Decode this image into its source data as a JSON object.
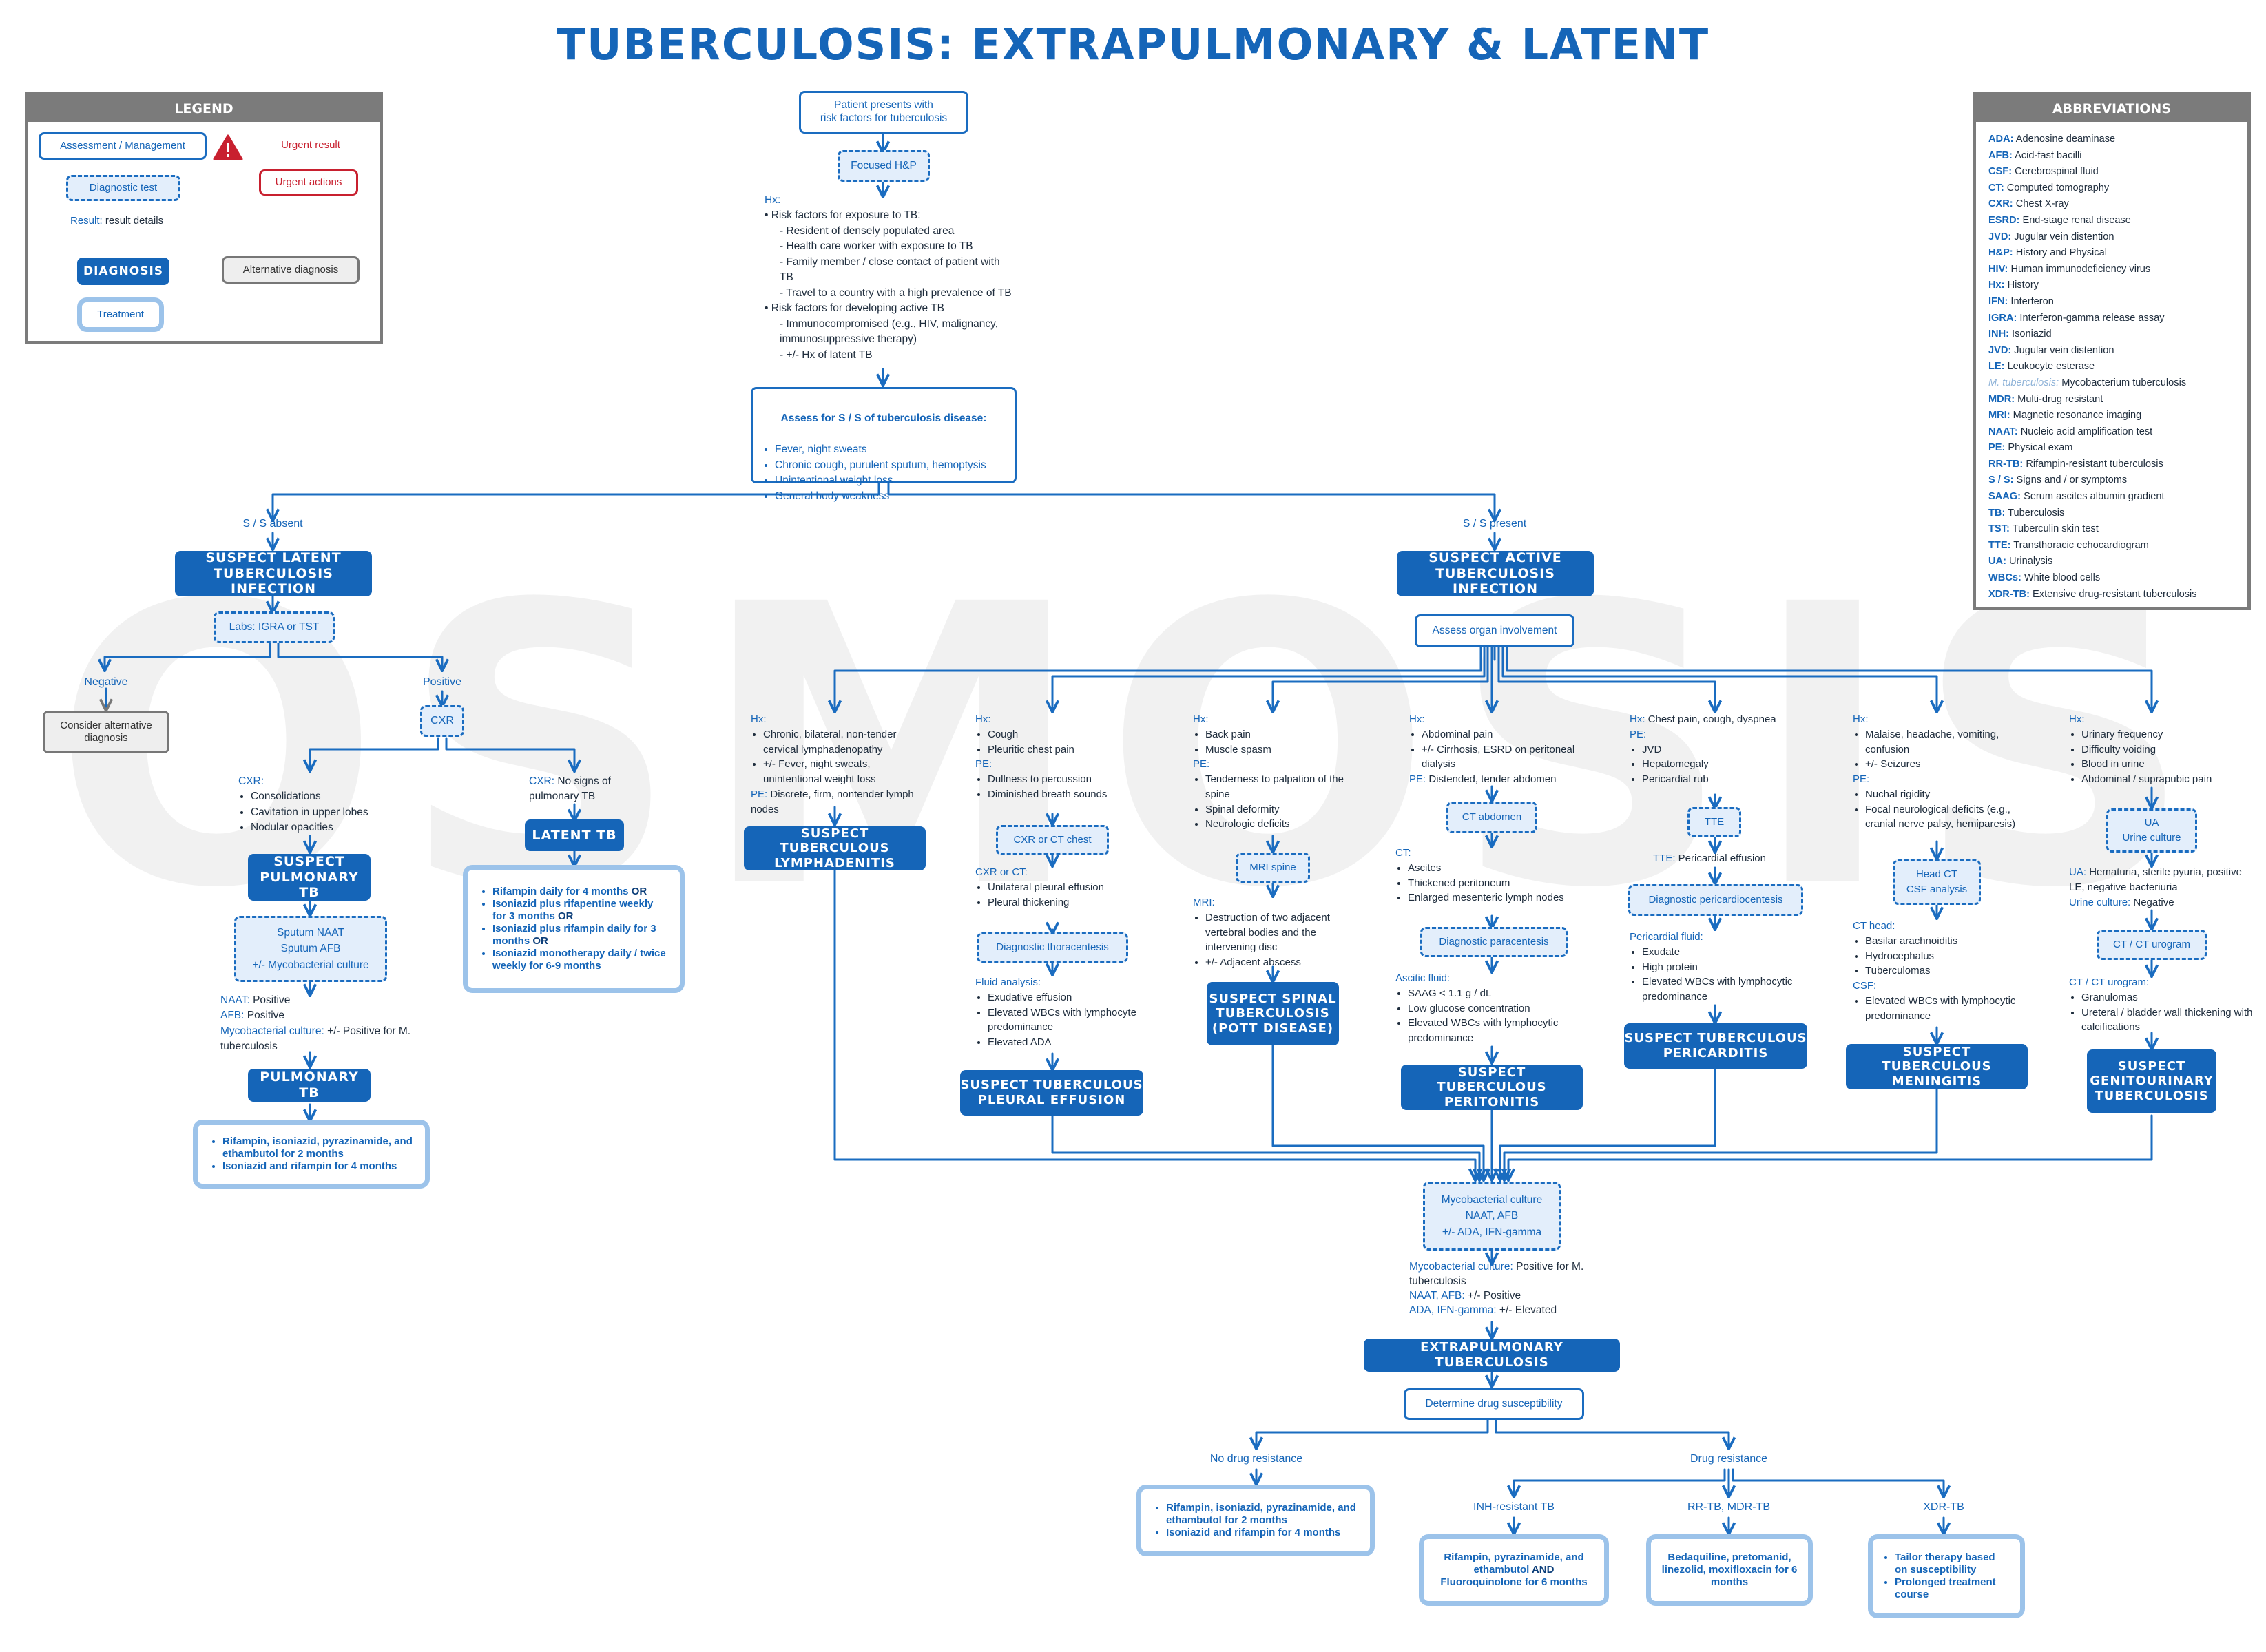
{
  "title": "TUBERCULOSIS: EXTRAPULMONARY & LATENT",
  "watermark": "OSMOSIS",
  "colors": {
    "primary": "#1565b8",
    "light_fill": "#e3eefb",
    "treatment_border": "#9cc3ea",
    "urgent": "#c8202f",
    "panel_gray": "#7b7b7b"
  },
  "legend": {
    "title": "LEGEND",
    "assessment": "Assessment / Management",
    "diagnostic_test": "Diagnostic test",
    "result_label": "Result:",
    "result_text": "result details",
    "diagnosis": "DIAGNOSIS",
    "alternative": "Alternative diagnosis",
    "treatment": "Treatment",
    "urgent_result": "Urgent result",
    "urgent_actions": "Urgent actions",
    "warning_icon": "warning-triangle-icon"
  },
  "abbreviations": {
    "title": "ABBREVIATIONS",
    "items": [
      {
        "k": "ADA:",
        "v": "Adenosine deaminase"
      },
      {
        "k": "AFB:",
        "v": "Acid-fast bacilli"
      },
      {
        "k": "CSF:",
        "v": "Cerebrospinal fluid"
      },
      {
        "k": "CT:",
        "v": "Computed tomography"
      },
      {
        "k": "CXR:",
        "v": "Chest X-ray"
      },
      {
        "k": "ESRD:",
        "v": "End-stage renal disease"
      },
      {
        "k": "JVD:",
        "v": "Jugular vein distention"
      },
      {
        "k": "H&P:",
        "v": "History and Physical"
      },
      {
        "k": "HIV:",
        "v": "Human immunodeficiency virus"
      },
      {
        "k": "Hx:",
        "v": "History"
      },
      {
        "k": "IFN:",
        "v": "Interferon"
      },
      {
        "k": "IGRA:",
        "v": "Interferon-gamma release assay"
      },
      {
        "k": "INH:",
        "v": "Isoniazid"
      },
      {
        "k": "JVD:",
        "v": "Jugular vein distention"
      },
      {
        "k": "LE:",
        "v": "Leukocyte esterase"
      },
      {
        "k": "M. tuberculosis:",
        "v": "Mycobacterium tuberculosis"
      },
      {
        "k": "MDR:",
        "v": "Multi-drug resistant"
      },
      {
        "k": "MRI:",
        "v": "Magnetic resonance imaging"
      },
      {
        "k": "NAAT:",
        "v": "Nucleic acid amplification test"
      },
      {
        "k": "PE:",
        "v": "Physical exam"
      },
      {
        "k": "RR-TB:",
        "v": "Rifampin-resistant tuberculosis"
      },
      {
        "k": "S / S:",
        "v": "Signs and / or symptoms"
      },
      {
        "k": "SAAG:",
        "v": "Serum ascites albumin gradient"
      },
      {
        "k": "TB:",
        "v": "Tuberculosis"
      },
      {
        "k": "TST:",
        "v": "Tuberculin skin test"
      },
      {
        "k": "TTE:",
        "v": "Transthoracic echocardiogram"
      },
      {
        "k": "UA:",
        "v": "Urinalysis"
      },
      {
        "k": "WBCs:",
        "v": "White blood cells"
      },
      {
        "k": "XDR-TB:",
        "v": "Extensive drug-resistant tuberculosis"
      }
    ]
  },
  "top": {
    "start": "Patient presents with\nrisk factors for tuberculosis",
    "focused": "Focused H&P",
    "hx_label": "Hx:",
    "hx_items": [
      {
        "t": "Risk factors for exposure to TB:",
        "lvl": 0
      },
      {
        "t": "- Resident of densely populated area",
        "lvl": 1
      },
      {
        "t": "- Health care worker with exposure to TB",
        "lvl": 1
      },
      {
        "t": "- Family member / close contact of patient with TB",
        "lvl": 1
      },
      {
        "t": "- Travel to a country with a high prevalence of TB",
        "lvl": 1
      },
      {
        "t": "Risk factors for developing active TB",
        "lvl": 0
      },
      {
        "t": "- Immunocompromised (e.g., HIV, malignancy, immunosuppressive therapy)",
        "lvl": 1
      },
      {
        "t": "- +/- Hx of latent TB",
        "lvl": 1
      }
    ],
    "assess_title": "Assess for S / S of tuberculosis disease:",
    "assess_items": [
      "Fever, night sweats",
      "Chronic cough, purulent sputum, hemoptysis",
      "Unintentional weight loss",
      "General body weakness"
    ]
  },
  "latent": {
    "branch_label": "S / S absent",
    "dx": "SUSPECT LATENT\nTUBERCULOSIS INFECTION",
    "labs": "Labs: IGRA or TST",
    "negative": "Negative",
    "positive": "Positive",
    "consider_alt": "Consider alternative\ndiagnosis",
    "cxr": "CXR",
    "cxr_label": "CXR:",
    "cxr_items": [
      "Consolidations",
      "Cavitation in upper lobes",
      "Nodular opacities"
    ],
    "cxr_neg_label": "CXR:",
    "cxr_neg_text": "No signs of pulmonary TB",
    "suspect_pulm": "SUSPECT\nPULMONARY TB",
    "sputum_tests": "Sputum NAAT\nSputum AFB\n+/- Mycobacterial culture",
    "results": [
      {
        "k": "NAAT:",
        "v": "Positive"
      },
      {
        "k": "AFB:",
        "v": "Positive"
      },
      {
        "k": "Mycobacterial culture:",
        "v": "+/- Positive for M. tuberculosis"
      }
    ],
    "pulm_tb": "PULMONARY TB",
    "pulm_tx": [
      "Rifampin, isoniazid, pyrazinamide, and ethambutol for 2 months",
      "Isoniazid and rifampin for 4 months"
    ],
    "latent_tb": "LATENT TB",
    "latent_tx": [
      {
        "t": "Rifampin daily for 4 months ",
        "or": "OR"
      },
      {
        "t": "Isoniazid plus rifapentine weekly for 3 months ",
        "or": "OR"
      },
      {
        "t": "Isoniazid plus rifampin daily for 3 months ",
        "or": "OR"
      },
      {
        "t": "Isoniazid monotherapy daily / twice weekly for 6-9 months",
        "or": ""
      }
    ]
  },
  "active": {
    "branch_label": "S / S present",
    "dx": "SUSPECT ACTIVE\nTUBERCULOSIS INFECTION",
    "assess": "Assess organ involvement",
    "lymph": {
      "hx_label": "Hx:",
      "hx_items": [
        "Chronic, bilateral, non-tender cervical lymphadenopathy",
        "+/- Fever, night sweats, unintentional weight loss"
      ],
      "pe_label": "PE:",
      "pe_text": "Discrete, firm, nontender lymph nodes",
      "dx": "SUSPECT TUBERCULOUS\nLYMPHADENITIS"
    },
    "pleural": {
      "hx_label": "Hx:",
      "hx_items": [
        "Cough",
        "Pleuritic chest pain"
      ],
      "pe_label": "PE:",
      "pe_items": [
        "Dullness to percussion",
        "Diminished breath sounds"
      ],
      "test": "CXR or CT chest",
      "img_label": "CXR or CT:",
      "img_items": [
        "Unilateral pleural effusion",
        "Pleural thickening"
      ],
      "test2": "Diagnostic thoracentesis",
      "fluid_label": "Fluid analysis:",
      "fluid_items": [
        "Exudative effusion",
        "Elevated WBCs with lymphocyte predominance",
        "Elevated ADA"
      ],
      "dx": "SUSPECT TUBERCULOUS\nPLEURAL EFFUSION"
    },
    "spinal": {
      "hx_label": "Hx:",
      "hx_items": [
        "Back pain",
        "Muscle spasm"
      ],
      "pe_label": "PE:",
      "pe_items": [
        "Tenderness to palpation of the spine",
        "Spinal deformity",
        "Neurologic deficits"
      ],
      "test": "MRI spine",
      "mri_label": "MRI:",
      "mri_items": [
        "Destruction of two adjacent vertebral bodies and the intervening disc",
        "+/- Adjacent abscess"
      ],
      "dx": "SUSPECT SPINAL\nTUBERCULOSIS\n(POTT DISEASE)"
    },
    "peritonitis": {
      "hx_label": "Hx:",
      "hx_items": [
        "Abdominal pain",
        "+/- Cirrhosis, ESRD on peritoneal dialysis"
      ],
      "pe_label": "PE:",
      "pe_text": "Distended, tender abdomen",
      "test": "CT abdomen",
      "ct_label": "CT:",
      "ct_items": [
        "Ascites",
        "Thickened peritoneum",
        "Enlarged mesenteric lymph nodes"
      ],
      "test2": "Diagnostic paracentesis",
      "fluid_label": "Ascitic fluid:",
      "fluid_items": [
        "SAAG < 1.1 g / dL",
        "Low glucose concentration",
        "Elevated WBCs with lymphocytic predominance"
      ],
      "dx": "SUSPECT TUBERCULOUS\nPERITONITIS"
    },
    "pericarditis": {
      "hx_label": "Hx:",
      "hx_text": "Chest pain, cough, dyspnea",
      "pe_label": "PE:",
      "pe_items": [
        "JVD",
        "Hepatomegaly",
        "Pericardial rub"
      ],
      "test": "TTE",
      "tte_label": "TTE:",
      "tte_text": "Pericardial effusion",
      "test2": "Diagnostic pericardiocentesis",
      "fluid_label": "Pericardial fluid:",
      "fluid_items": [
        "Exudate",
        "High protein",
        "Elevated WBCs with lymphocytic predominance"
      ],
      "dx": "SUSPECT TUBERCULOUS\nPERICARDITIS"
    },
    "meningitis": {
      "hx_label": "Hx:",
      "hx_items": [
        "Malaise, headache, vomiting, confusion",
        "+/- Seizures"
      ],
      "pe_label": "PE:",
      "pe_items": [
        "Nuchal rigidity",
        "Focal neurological deficits (e.g., cranial nerve palsy, hemiparesis)"
      ],
      "test": "Head CT\nCSF analysis",
      "ct_label": "CT head:",
      "ct_items": [
        "Basilar arachnoiditis",
        "Hydrocephalus",
        "Tuberculomas"
      ],
      "csf_label": "CSF:",
      "csf_items": [
        "Elevated WBCs with lymphocytic predominance"
      ],
      "dx": "SUSPECT TUBERCULOUS\nMENINGITIS"
    },
    "gu": {
      "hx_label": "Hx:",
      "hx_items": [
        "Urinary frequency",
        "Difficulty voiding",
        "Blood in urine",
        "Abdominal / suprapubic pain"
      ],
      "test": "UA\nUrine culture",
      "ua_label": "UA:",
      "ua_text": "Hematuria, sterile pyuria, positive LE, negative bacteriuria",
      "uc_label": "Urine culture:",
      "uc_text": "Negative",
      "test2": "CT / CT urogram",
      "ct_label": "CT / CT urogram:",
      "ct_items": [
        "Granulomas",
        "Ureteral / bladder wall thickening with calcifications"
      ],
      "dx": "SUSPECT\nGENITOURINARY\nTUBERCULOSIS"
    },
    "confirm_tests": "Mycobacterial culture\nNAAT, AFB\n+/- ADA, IFN-gamma",
    "confirm_results": [
      {
        "k": "Mycobacterial culture:",
        "v": "Positive for M. tuberculosis"
      },
      {
        "k": "NAAT, AFB:",
        "v": "+/- Positive"
      },
      {
        "k": "ADA, IFN-gamma:",
        "v": "+/- Elevated"
      }
    ],
    "extra_dx": "EXTRAPULMONARY TUBERCULOSIS",
    "susceptibility": "Determine drug susceptibility",
    "no_resistance": "No drug resistance",
    "resistance": "Drug resistance",
    "no_res_tx": [
      "Rifampin, isoniazid, pyrazinamide, and ethambutol for 2 months",
      "Isoniazid and rifampin for 4 months"
    ],
    "inh_label": "INH-resistant TB",
    "inh_tx_a": "Rifampin, pyrazinamide, and ethambutol ",
    "inh_tx_and": "AND",
    "inh_tx_b": " Fluoroquinolone for 6 months",
    "rr_label": "RR-TB, MDR-TB",
    "rr_tx": "Bedaquiline, pretomanid, linezolid, moxifloxacin for 6 months",
    "xdr_label": "XDR-TB",
    "xdr_tx": [
      "Tailor therapy based on susceptibility",
      "Prolonged treatment course"
    ]
  }
}
